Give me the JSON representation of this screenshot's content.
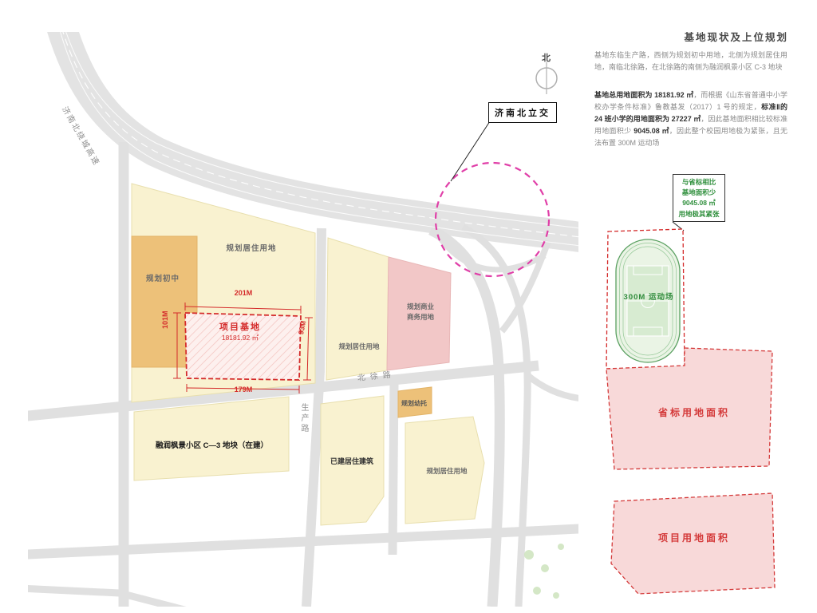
{
  "page": {
    "title": "基地现状及上位规划"
  },
  "intro": {
    "p1": "基地东临生产路，西侧为规划初中用地，北侧为规划居住用地，南临北徐路，在北徐路的南侧为融润枫景小区 C-3 地块",
    "p2": {
      "b1": "基地总用地面积为 18181.92 ㎡",
      "n1": "，而根据《山东省普通中小学校办学条件标准》鲁教基发（2017）1 号的规定，",
      "b2": "标准Ⅱ的 24 班小学的用地面积为 27227 ㎡",
      "n2": "，因此基地面积相比较标准用地面积少 ",
      "b3": "9045.08 ㎡",
      "n3": "，因此整个校园用地极为紧张，且无法布置 300M 运动场"
    }
  },
  "callout": {
    "l1": "与省标相比",
    "l2": "基地面积少",
    "l3": "9045.08 ㎡",
    "l4": "用地极其紧张"
  },
  "map": {
    "north": "北",
    "roads": {
      "highway": "济南北绕城高速",
      "shengchan": "生产路",
      "beixu": "北徐路",
      "interchange": "济南北立交"
    },
    "parcels": {
      "residential_top": "规划居住用地",
      "junior_high": "规划初中",
      "site_name": "项目基地",
      "site_area": "18181.92 ㎡",
      "residential_mid": "规划居住用地",
      "commercial_line1": "规划商业",
      "commercial_line2": "商务用地",
      "rongrun": "融润枫景小区 C—3 地块（在建）",
      "built": "已建居住建筑",
      "kindergarten": "规划幼托",
      "residential_bottom": "规划居住用地"
    },
    "dims": {
      "top": "201M",
      "left": "101M",
      "right": "93M",
      "bottom": "179M"
    }
  },
  "right": {
    "track": "300M 运动场",
    "provincial": "省标用地面积",
    "project": "项目用地面积"
  },
  "colors": {
    "accent_red": "#d42b2b",
    "magenta": "#e03fa8",
    "parcel_yellow": "#f9f2d0",
    "parcel_orange": "#edc179",
    "parcel_pink": "#f2c7c7",
    "area_pink": "#f8d9d9",
    "green": "#2e8b3a",
    "road_gray": "#e0e0e0"
  }
}
